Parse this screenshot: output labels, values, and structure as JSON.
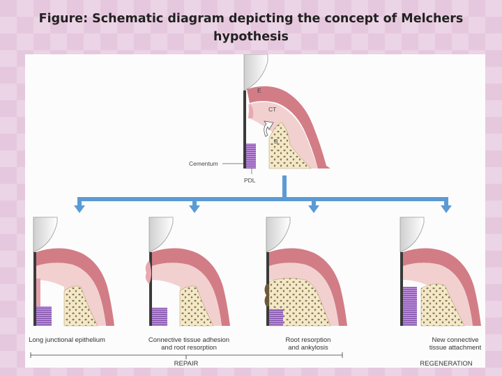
{
  "slide": {
    "title_line1": "Figure: Schematic diagram depicting the concept of Melchers",
    "title_line2": "hypothesis"
  },
  "diagram": {
    "labels": {
      "E": "E",
      "CT": "CT",
      "B": "B",
      "cementum": "Cementum",
      "pdl": "PDL"
    },
    "outcomes": [
      {
        "line1": "Long junctional epithelium",
        "line2": ""
      },
      {
        "line1": "Connective tissue adhesion",
        "line2": "and root resorption"
      },
      {
        "line1": "Root resorption",
        "line2": "and ankylosis"
      },
      {
        "line1": "New connective",
        "line2": "tissue attachment"
      }
    ],
    "groups": {
      "repair": "REPAIR",
      "regeneration": "REGENERATION"
    },
    "colors": {
      "arrow": "#5b9bd5",
      "gingiva": "#d27d86",
      "connective_tissue": "#f2d0d0",
      "bone": "#f3e8c8",
      "pdl": "#9b6bc3",
      "root": "#3a3a3a"
    }
  }
}
